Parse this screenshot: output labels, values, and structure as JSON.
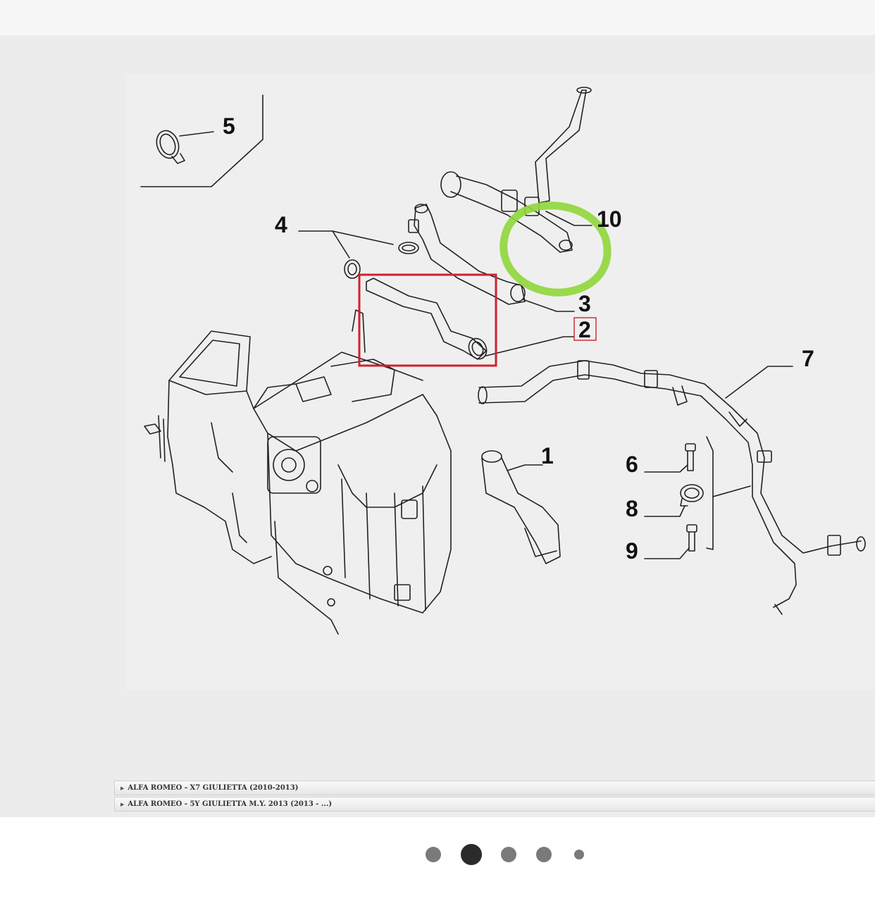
{
  "diagram": {
    "callouts": {
      "c1": "1",
      "c2": "2",
      "c3": "3",
      "c4": "4",
      "c5": "5",
      "c6": "6",
      "c7": "7",
      "c8": "8",
      "c9": "9",
      "c10": "10"
    },
    "colors": {
      "highlight_box": "#d0202e",
      "highlight_circle": "#8fd63a",
      "line_art": "#222222"
    }
  },
  "breadcrumbs": [
    {
      "label": "ALFA ROMEO - X7 GIULIETTA (2010-2013)"
    },
    {
      "label": "ALFA ROMEO - 5Y GIULIETTA M.Y. 2013 (2013 - ...)"
    }
  ],
  "pager": {
    "active_index": 1,
    "count": 5,
    "active_color": "#2b2b2b",
    "inactive_color": "#7a7a7a"
  }
}
